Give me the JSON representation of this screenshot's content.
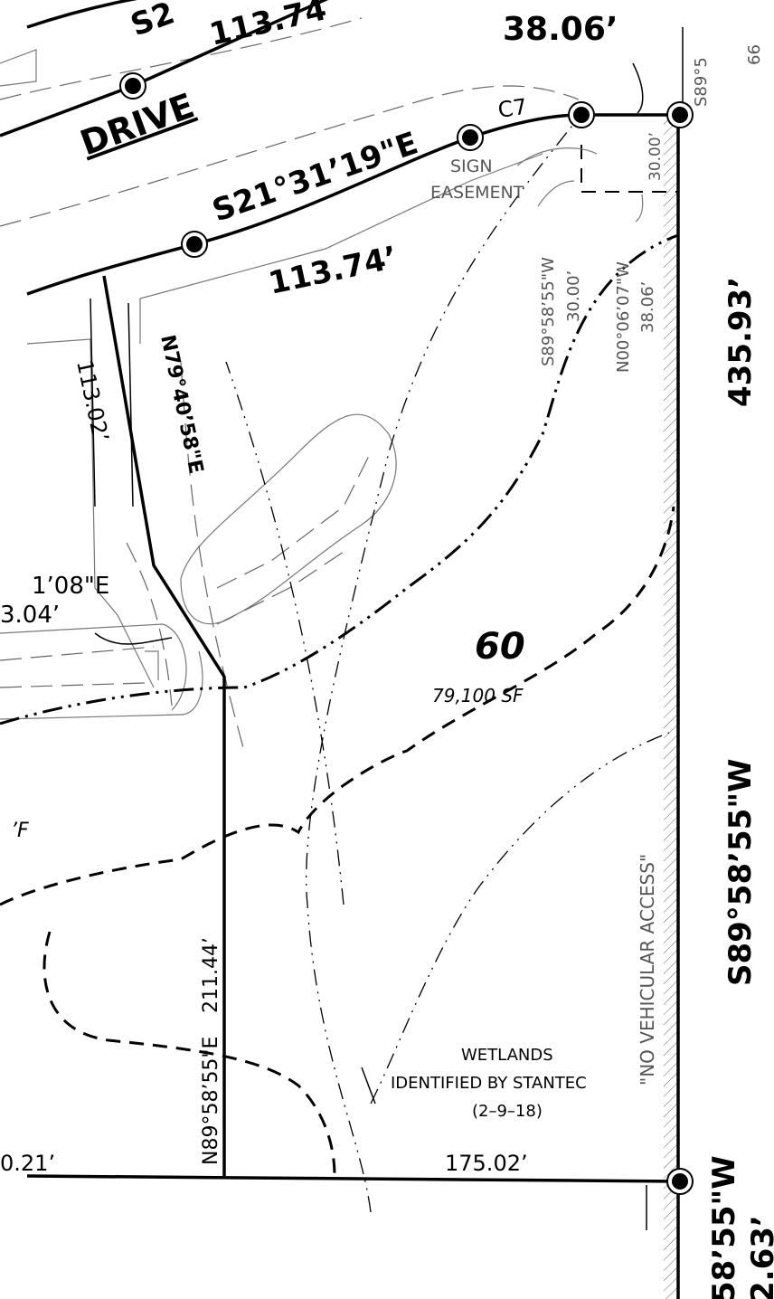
{
  "street": {
    "name": "DRIVE",
    "partial_label": "S2",
    "top_length": "113.74",
    "bearing": "S21°31’19\"E",
    "length": "113.74’",
    "curve": "C7"
  },
  "corner": {
    "length_label": "38.06’",
    "partial_bearing": "S89°5",
    "partial_length": "66"
  },
  "sign_easement": {
    "line1": "SIGN",
    "line2": "EASEMENT",
    "side_length": "30.00’",
    "bearing1": "S89°58’55\"W",
    "length1": "30.00’",
    "bearing2": "N00°06’07\"W",
    "length2": "38.06’"
  },
  "east_line": {
    "length": "435.93’",
    "bearing": "S89°58’55\"W",
    "partial_bearing": "58’55\"W",
    "partial_length": "2.63’",
    "access_note": "\"NO VEHICULAR ACCESS\""
  },
  "west_line": {
    "length1": "113.02’",
    "bearing1": "N79°40’58\"E",
    "partial_bearing": "1’08\"E",
    "partial_length": "3.04’",
    "length2": "211.44’",
    "bearing2": "N89°58’55\"E"
  },
  "lot": {
    "number": "60",
    "area": "79,100 SF",
    "neighbor_partial": "’F"
  },
  "wetlands": {
    "line1": "WETLANDS",
    "line2": "IDENTIFIED BY STANTEC",
    "line3": "(2–9–18)"
  },
  "south_line": {
    "partial_length": "0.21’",
    "length": "175.02’"
  }
}
